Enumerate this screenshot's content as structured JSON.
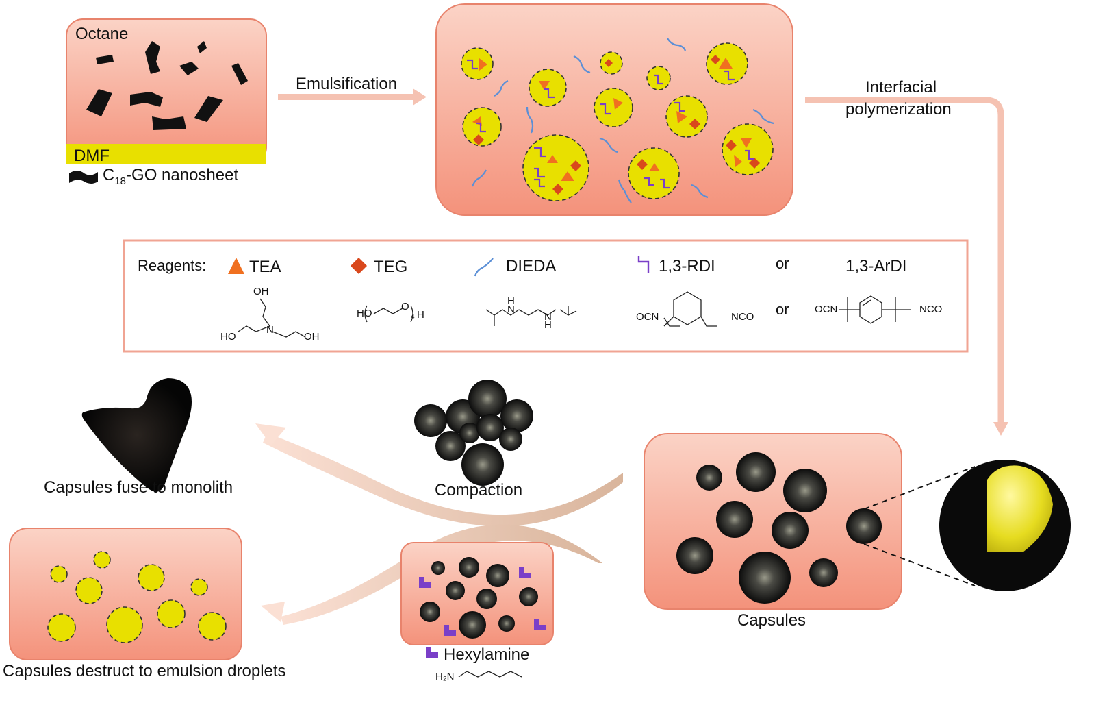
{
  "solvents": {
    "top": "Octane",
    "bottom": "DMF"
  },
  "legend_nanosheet": {
    "prefix": "C",
    "subscript": "18",
    "suffix": "-GO nanosheet"
  },
  "steps": {
    "emulsification": "Emulsification",
    "interfacial_line1": "Interfacial",
    "interfacial_line2": "polymerization",
    "compaction": "Compaction",
    "fuse": "Capsules fuse to monolith",
    "destruct": "Capsules destruct to emulsion droplets",
    "capsules": "Capsules",
    "hexylamine": "Hexylamine"
  },
  "reagents": {
    "heading": "Reagents:",
    "items": [
      {
        "name": "TEA",
        "symbol": "triangle-icon",
        "color": "#f07020"
      },
      {
        "name": "TEG",
        "symbol": "diamond-icon",
        "color": "#d9481c"
      },
      {
        "name": "DIEDA",
        "symbol": "wave-icon",
        "color": "#5b8fd6"
      },
      {
        "name": "1,3-RDI",
        "symbol": "zigzag-icon",
        "color": "#7a3fc8"
      },
      {
        "name": "1,3-ArDI",
        "symbol": "",
        "color": ""
      }
    ],
    "or_text": "or"
  },
  "chem_labels": {
    "tea_oh": "OH",
    "tea_ho": "HO",
    "tea_n": "N",
    "tea_oh2": "OH",
    "teg_ho": "HO",
    "teg_o": "O",
    "teg_n": "4",
    "teg_h": "H",
    "dieda_h1": "H",
    "dieda_n1": "N",
    "dieda_n2": "N",
    "dieda_h2": "H",
    "ocn": "OCN",
    "nco": "NCO",
    "hexylamine_h2n": "H₂N"
  },
  "colors": {
    "box_fill": "#f6a490",
    "box_stroke": "#e8836c",
    "droplet": "#e8e000",
    "arrow": "#f5c2b2",
    "capsule": "#111111"
  }
}
